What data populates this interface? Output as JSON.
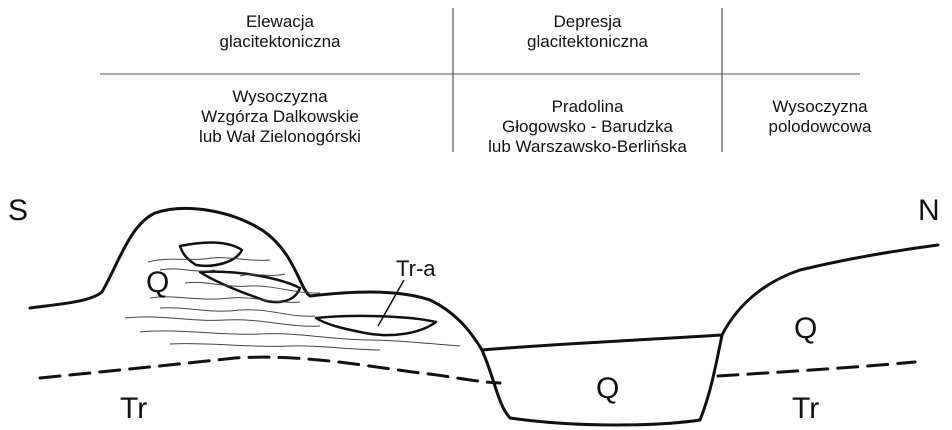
{
  "header": {
    "elevation": "Elewacja\nglacitektoniczna",
    "depression": "Depresja\nglacitektoniczna",
    "upland_hills": "Wysoczyzna\nWzgórza Dalkowskie\nlub Wał Zielonogórski",
    "pradolina": "Pradolina\nGłogowsko - Barudzka\nlub Warszawsko-Berlińska",
    "upland_postglacial": "Wysoczyzna\npolodowcowa"
  },
  "compass": {
    "south": "S",
    "north": "N"
  },
  "units": {
    "quaternary_hill": "Q",
    "quaternary_valley": "Q",
    "quaternary_upland": "Q",
    "tertiary_left": "Tr",
    "tertiary_right": "Tr",
    "tertiary_rafts": "Tr-a"
  },
  "colors": {
    "line": "#111111",
    "background": "#ffffff"
  }
}
